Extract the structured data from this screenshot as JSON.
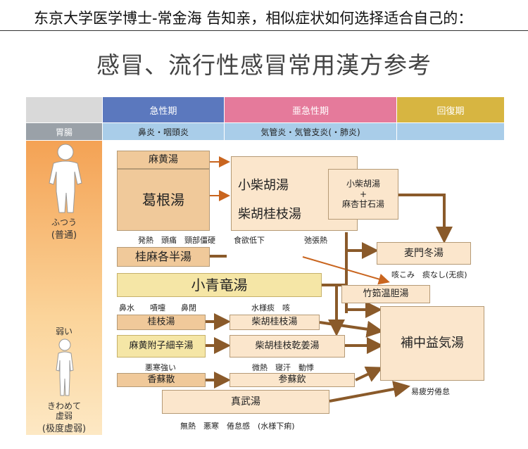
{
  "headline": "东京大学医学博士-常金海 告知亲，相似症状如何选择适合自己的：",
  "title": "感冒、流行性感冒常用漢方参考",
  "columns": {
    "corner": "胃腸",
    "acute": "急性期",
    "subacute": "亜急性期",
    "recovery": "回復期",
    "acute_sub": "鼻炎・咽頭炎",
    "subacute_sub": "気管炎・気管支炎(・肺炎)"
  },
  "side": {
    "normal_jp": "ふつう",
    "normal_cn": "(普通)",
    "weak": "弱い",
    "very_weak_jp": "きわめて\n虚弱",
    "very_weak_cn": "(极度虚弱)"
  },
  "herbs": {
    "mao": "麻黄湯",
    "kakkon": "葛根湯",
    "shosaiko": "小柴胡湯",
    "saikokeishi_big": "柴胡桂枝湯",
    "combo_top": "小柴胡湯",
    "combo_plus": "+",
    "combo_bottom": "麻杏甘石湯",
    "keimakakuhan": "桂麻各半湯",
    "bakumondo": "麦門冬湯",
    "shoseiryu": "小青竜湯",
    "chikujo": "竹筎温胆湯",
    "keishi": "桂枝湯",
    "saikokeishi": "柴胡桂枝湯",
    "mao_bushi": "麻黄附子細辛湯",
    "saikokeishikankyo": "柴胡桂枝乾姜湯",
    "hochu": "補中益気湯",
    "kososan": "香蘇散",
    "jinsoin": "参蘇飲",
    "shinbu": "真武湯"
  },
  "notes": {
    "kakkon_sym": "発熱　頭痛　頸部僵硬",
    "appetite": "食欲低下",
    "phlegm_sticky": "弛張熱",
    "cough": "咳こみ　痰なし(无痰)",
    "rhinitis": "鼻水　　嘖嚏　　鼻閉",
    "watery": "水様痰　咳",
    "cold": "悪寒強い",
    "sweat": "微熱　寝汗　動悸",
    "fatigue": "易疲労倦怠",
    "shinbu_sym": "無熱　悪寒　倦怠感　(水様下痢)"
  },
  "colors": {
    "acute": "#5b78be",
    "subacute": "#e57a9b",
    "recovery": "#d7b541",
    "arrow": "#c9651f",
    "side_gradient_top": "#f4a254",
    "side_gradient_bottom": "#fbd49a"
  }
}
